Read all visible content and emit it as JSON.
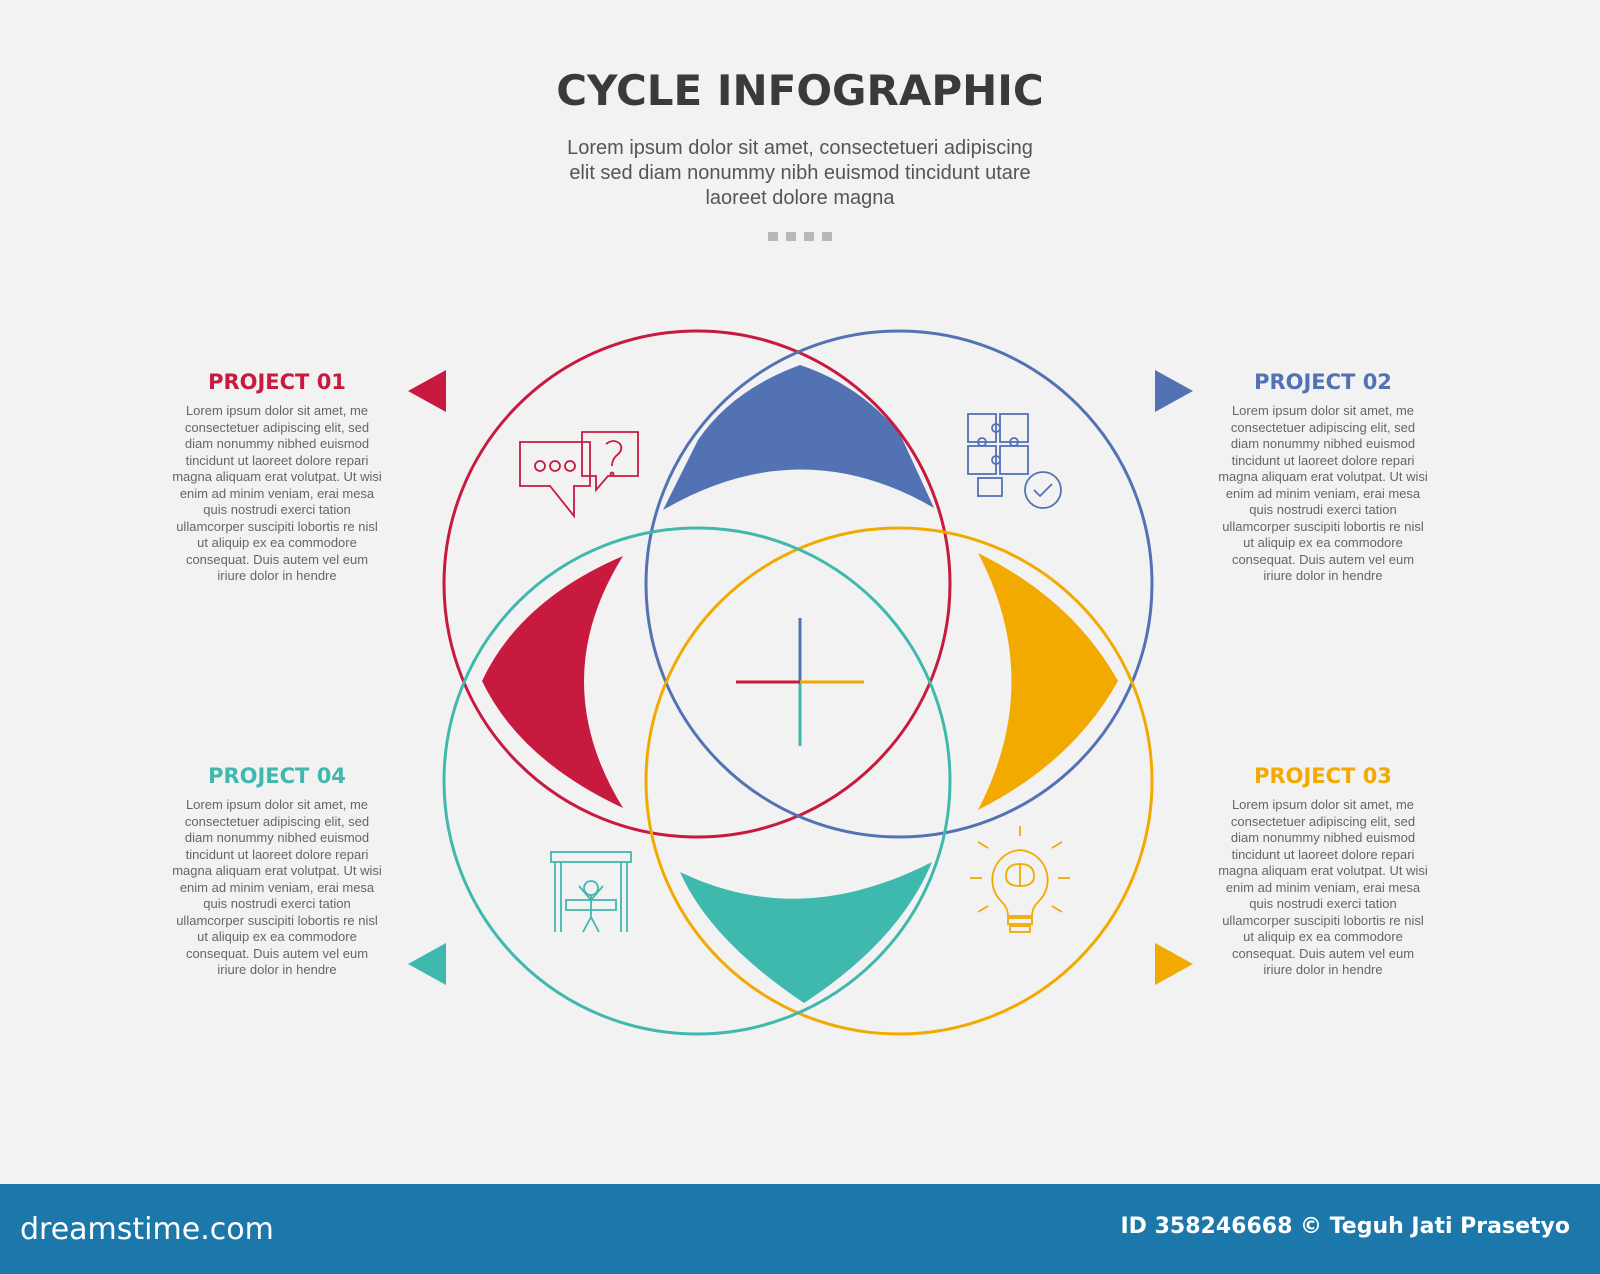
{
  "header": {
    "title": "CYCLE INFOGRAPHIC",
    "subtitle_lines": [
      "Lorem ipsum dolor sit amet, consectetueri adipiscing",
      "elit sed diam nonummy nibh euismod tincidunt utare",
      "laoreet dolore magna"
    ]
  },
  "projects": [
    {
      "title": "PROJECT 01",
      "color": "#c8193f",
      "icon": "chat-bubbles-question-icon",
      "desc": "Lorem ipsum dolor sit amet, me consectetuer adipiscing elit, sed diam nonummy nibhed euismod tincidunt ut laoreet dolore repari magna aliquam erat volutpat. Ut wisi enim ad minim veniam, erai mesa quis nostrudi exerci tation ullamcorper suscipiti lobortis re nisl ut aliquip ex ea commodore consequat. Duis autem vel eum iriure dolor in hendre"
    },
    {
      "title": "PROJECT 02",
      "color": "#5272b4",
      "icon": "puzzle-check-icon",
      "desc": "Lorem ipsum dolor sit amet, me consectetuer adipiscing elit, sed diam nonummy nibhed euismod tincidunt ut laoreet dolore repari magna aliquam erat volutpat. Ut wisi enim ad minim veniam, erai mesa quis nostrudi exerci tation ullamcorper suscipiti lobortis re nisl ut aliquip ex ea commodore consequat. Duis autem vel eum iriure dolor in hendre"
    },
    {
      "title": "PROJECT 03",
      "color": "#f2a900",
      "icon": "lightbulb-brain-icon",
      "desc": "Lorem ipsum dolor sit amet, me consectetuer adipiscing elit, sed diam nonummy nibhed euismod tincidunt ut laoreet dolore repari magna aliquam erat volutpat. Ut wisi enim ad minim veniam, erai mesa quis nostrudi exerci tation ullamcorper suscipiti lobortis re nisl ut aliquip ex ea commodore consequat. Duis autem vel eum iriure dolor in hendre"
    },
    {
      "title": "PROJECT 04",
      "color": "#3fb8ae",
      "icon": "finish-line-winner-icon",
      "desc": "Lorem ipsum dolor sit amet, me consectetuer adipiscing elit, sed diam nonummy nibhed euismod tincidunt ut laoreet dolore repari magna aliquam erat volutpat. Ut wisi enim ad minim veniam, erai mesa quis nostrudi exerci tation ullamcorper suscipiti lobortis re nisl ut aliquip ex ea commodore consequat. Duis autem vel eum iriure dolor in hendre"
    }
  ],
  "footer": {
    "brand": "dreamstime.com",
    "credit": "ID 358246668 © Teguh Jati Prasetyo",
    "background": "#1c77aa"
  }
}
